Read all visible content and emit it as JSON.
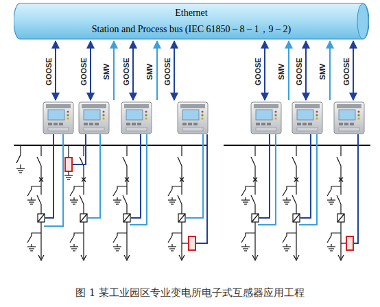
{
  "diagram": {
    "caption": "图 1 某工业园区专业变电所电子式互感器应用工程",
    "nodes": [
      {
        "text": [
          "Ethernet",
          "Station and Process bus (IEC 61850 – 8 – 1，9 – 2)"
        ]
      }
    ],
    "labels": [
      "GOOSE",
      "GOOSE",
      "SMV",
      "GOOSE",
      "SMV",
      "GOOSE",
      "GOOSE",
      "SMV",
      "GOOSE",
      "SMV",
      "GOOSE"
    ]
  }
}
